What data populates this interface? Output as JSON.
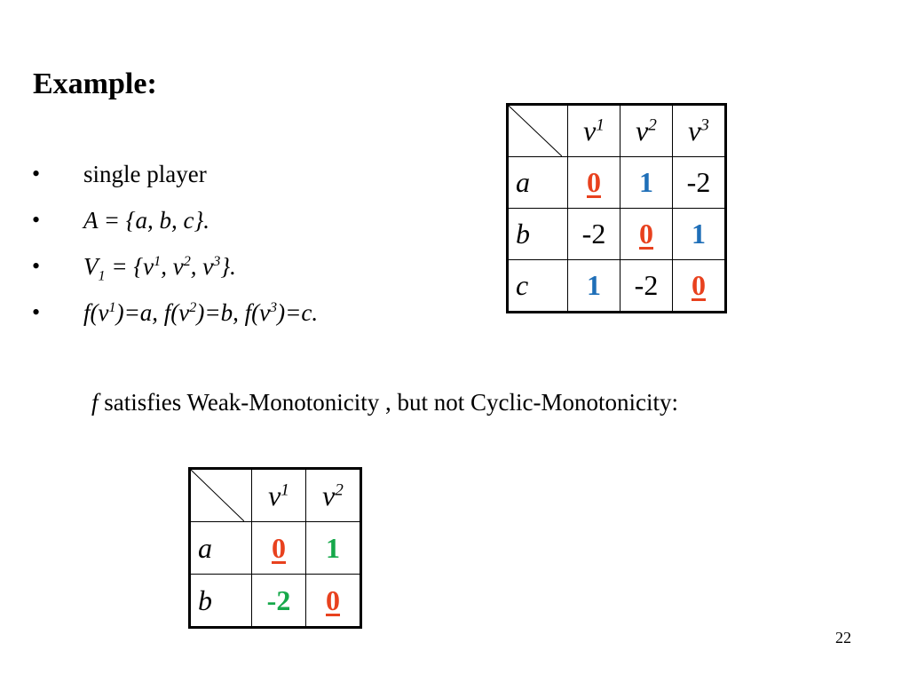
{
  "title": "Example:",
  "bullet_symbol": "•",
  "bullets": {
    "b1": "single player",
    "b2": "A  =  {a, b, c}.",
    "b3": {
      "v_prefix": "V",
      "v_sub": "1",
      "rest": " = {v",
      "s1": "1",
      "c1": ", v",
      "s2": "2",
      "c2": ", v",
      "s3": "3",
      "end": "}."
    },
    "b4": {
      "p1": "f(v",
      "s1": "1",
      "p2": ")=a,   f(v",
      "s2": "2",
      "p3": ")=b,   f(v",
      "s3": "3",
      "p4": ")=c."
    }
  },
  "table1": {
    "headers": [
      "v",
      "v",
      "v"
    ],
    "header_sups": [
      "1",
      "2",
      "3"
    ],
    "rows": [
      {
        "label": "a",
        "cells": [
          "0",
          "1",
          "-2"
        ]
      },
      {
        "label": "b",
        "cells": [
          "-2",
          "0",
          "1"
        ]
      },
      {
        "label": "c",
        "cells": [
          "1",
          "-2",
          "0"
        ]
      }
    ]
  },
  "statement": {
    "f": "f",
    "text": "  satisfies Weak-Monotonicity , but not Cyclic-Monotonicity:"
  },
  "table2": {
    "headers": [
      "v",
      "v"
    ],
    "header_sups": [
      "1",
      "2"
    ],
    "rows": [
      {
        "label": "a",
        "cells": [
          "0",
          "1"
        ]
      },
      {
        "label": "b",
        "cells": [
          "-2",
          "0"
        ]
      }
    ]
  },
  "colors": {
    "red": "#e8411e",
    "blue": "#1f6fb8",
    "green": "#16a84a"
  },
  "page_number": "22"
}
